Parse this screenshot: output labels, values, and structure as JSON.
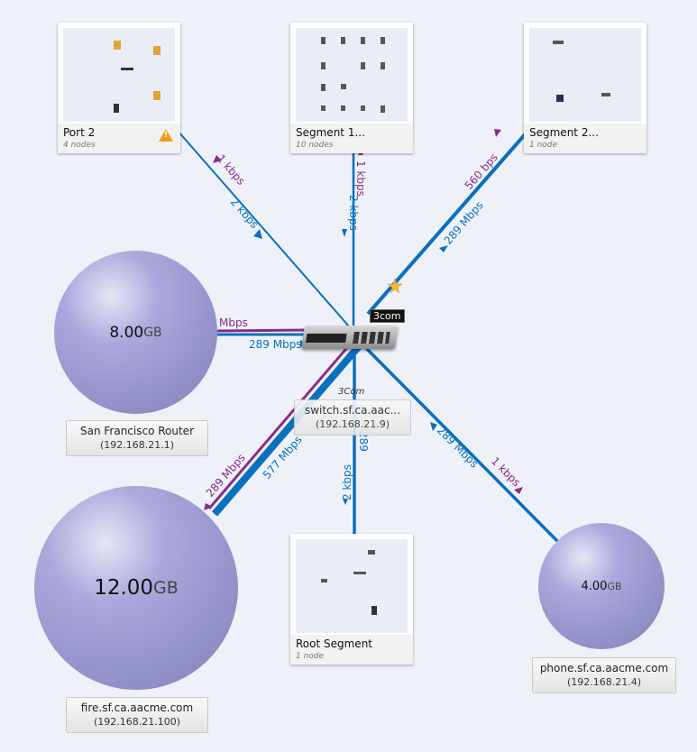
{
  "segments": [
    {
      "title": "Port 2",
      "subtitle": "4 nodes",
      "warning": true
    },
    {
      "title": "Segment 1...",
      "subtitle": "10 nodes"
    },
    {
      "title": "Segment 2...",
      "subtitle": "1 node"
    },
    {
      "title": "Root Segment",
      "subtitle": "1 node"
    }
  ],
  "switch": {
    "vendor_badge": "3com",
    "vendor": "3Com",
    "name": "switch.sf.ca.aac...",
    "ip": "(192.168.21.9)"
  },
  "devices": [
    {
      "name": "San Francisco Router",
      "ip": "(192.168.21.1)",
      "value": "8.00",
      "unit": "GB"
    },
    {
      "name": "fire.sf.ca.aacme.com",
      "ip": "(192.168.21.100)",
      "value": "12.00",
      "unit": "GB"
    },
    {
      "name": "phone.sf.ca.aacme.com",
      "ip": "(192.168.21.4)",
      "value": "4.00",
      "unit": "GB"
    }
  ],
  "links": {
    "port2": {
      "in": "1 kbps",
      "out": "2 kbps"
    },
    "segment1": {
      "in": "1 kbps",
      "out": "2 kbps"
    },
    "segment2": {
      "in": "560 bps",
      "out": "289 Mbps"
    },
    "router": {
      "in": "Mbps",
      "out": "289 Mbps"
    },
    "fire": {
      "in": "289 Mbps",
      "out": "577 Mbps"
    },
    "root": {
      "in": "289",
      "out": "2 kbps"
    },
    "phone": {
      "in": "1 kbps",
      "out": "289 Mbps"
    }
  },
  "colors": {
    "out": "#0a6fbf",
    "in": "#8b2a8f",
    "bubble": "#9a98d0"
  }
}
